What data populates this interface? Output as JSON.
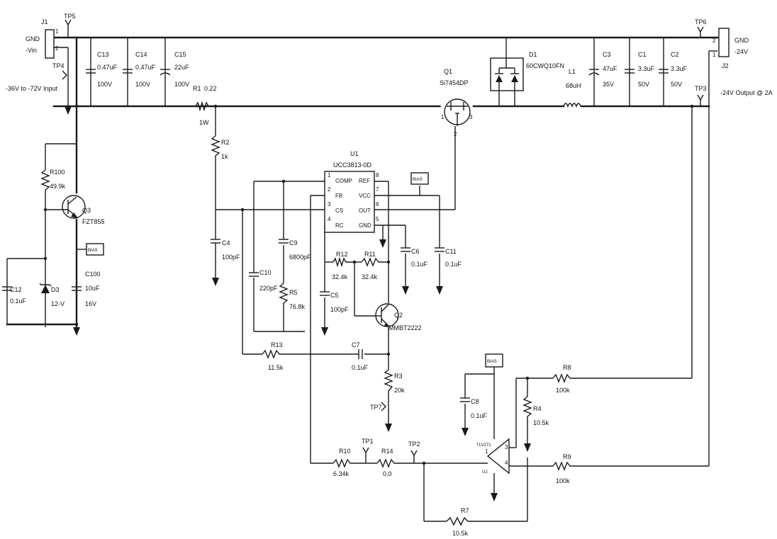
{
  "connectors": {
    "j1": {
      "ref": "J1",
      "pin_top": "GND",
      "pin_bottom": "-Vin",
      "pin1": "1",
      "pin2": "2"
    },
    "j2": {
      "ref": "J2",
      "pin_top": "GND",
      "pin_bottom": "-24V",
      "pin1": "2",
      "pin2": "1"
    }
  },
  "notes": {
    "input_range": "-36V to -72V Input",
    "output_rating": "-24V Output @ 2A"
  },
  "test_points": {
    "tp1": "TP1",
    "tp2": "TP2",
    "tp3": "TP3",
    "tp4": "TP4",
    "tp5": "TP5",
    "tp6": "TP6",
    "tp7": "TP7"
  },
  "power_net_label": "BIAS",
  "components": {
    "c13": {
      "ref": "C13",
      "value": "0.47uF",
      "rating": "100V"
    },
    "c14": {
      "ref": "C14",
      "value": "0.47uF",
      "rating": "100V"
    },
    "c15": {
      "ref": "C15",
      "value": "22uF",
      "rating": "100V"
    },
    "r1": {
      "ref": "R1",
      "value": "0.22",
      "rating": "1W"
    },
    "d1": {
      "ref": "D1",
      "value": "60CWQ10FN"
    },
    "q1": {
      "ref": "Q1",
      "value": "Si7454DP",
      "pin_a": "1",
      "pin_b": "3",
      "pin_c": "2"
    },
    "l1": {
      "ref": "L1",
      "value": "68uH"
    },
    "c3": {
      "ref": "C3",
      "value": "47uF",
      "rating": "35V"
    },
    "c1": {
      "ref": "C1",
      "value": "3.3uF",
      "rating": "50V"
    },
    "c2": {
      "ref": "C2",
      "value": "3.3uF",
      "rating": "50V"
    },
    "r100": {
      "ref": "R100",
      "value": "49.9k"
    },
    "q3": {
      "ref": "Q3",
      "value": "FZT855"
    },
    "c12": {
      "ref": "C12",
      "value": "0.1uF"
    },
    "d3": {
      "ref": "D3",
      "value": "12-V"
    },
    "c100": {
      "ref": "C100",
      "value": "10uF",
      "rating": "16V"
    },
    "r2": {
      "ref": "R2",
      "value": "1k"
    },
    "c4": {
      "ref": "C4",
      "value": "100pF"
    },
    "c10": {
      "ref": "C10",
      "value": "220pF"
    },
    "c9": {
      "ref": "C9",
      "value": "6800pF"
    },
    "r5": {
      "ref": "R5",
      "value": "76.8k"
    },
    "c5": {
      "ref": "C5",
      "value": "100pF"
    },
    "r12": {
      "ref": "R12",
      "value": "32.4k"
    },
    "r11": {
      "ref": "R11",
      "value": "32.4k"
    },
    "c6": {
      "ref": "C6",
      "value": "0.1uF"
    },
    "c11": {
      "ref": "C11",
      "value": "0.1uF"
    },
    "q2": {
      "ref": "Q2",
      "value": "MMBT2222"
    },
    "r13": {
      "ref": "R13",
      "value": "11.5k"
    },
    "c7": {
      "ref": "C7",
      "value": "0.1uF"
    },
    "r3": {
      "ref": "R3",
      "value": "20k"
    },
    "c8": {
      "ref": "C8",
      "value": "0.1uF"
    },
    "r8": {
      "ref": "R8",
      "value": "100k"
    },
    "r4": {
      "ref": "R4",
      "value": "10.5k"
    },
    "r9": {
      "ref": "R9",
      "value": "100k"
    },
    "r10": {
      "ref": "R10",
      "value": "6.34k"
    },
    "r14": {
      "ref": "R14",
      "value": "0.0"
    },
    "r7": {
      "ref": "R7",
      "value": "10.5k"
    }
  },
  "u1": {
    "ref": "U1",
    "part": "UCC3813-0D",
    "pins": [
      {
        "num": "1",
        "name": "COMP"
      },
      {
        "num": "2",
        "name": "FB"
      },
      {
        "num": "3",
        "name": "CS"
      },
      {
        "num": "4",
        "name": "RC"
      },
      {
        "num": "8",
        "name": "REF"
      },
      {
        "num": "7",
        "name": "VCC"
      },
      {
        "num": "6",
        "name": "OUT"
      },
      {
        "num": "5",
        "name": "GND"
      }
    ]
  },
  "u2": {
    "part": "TLV271",
    "ref": "U2",
    "pin_a": "3",
    "pin_b": "1",
    "pin_c": "4"
  }
}
